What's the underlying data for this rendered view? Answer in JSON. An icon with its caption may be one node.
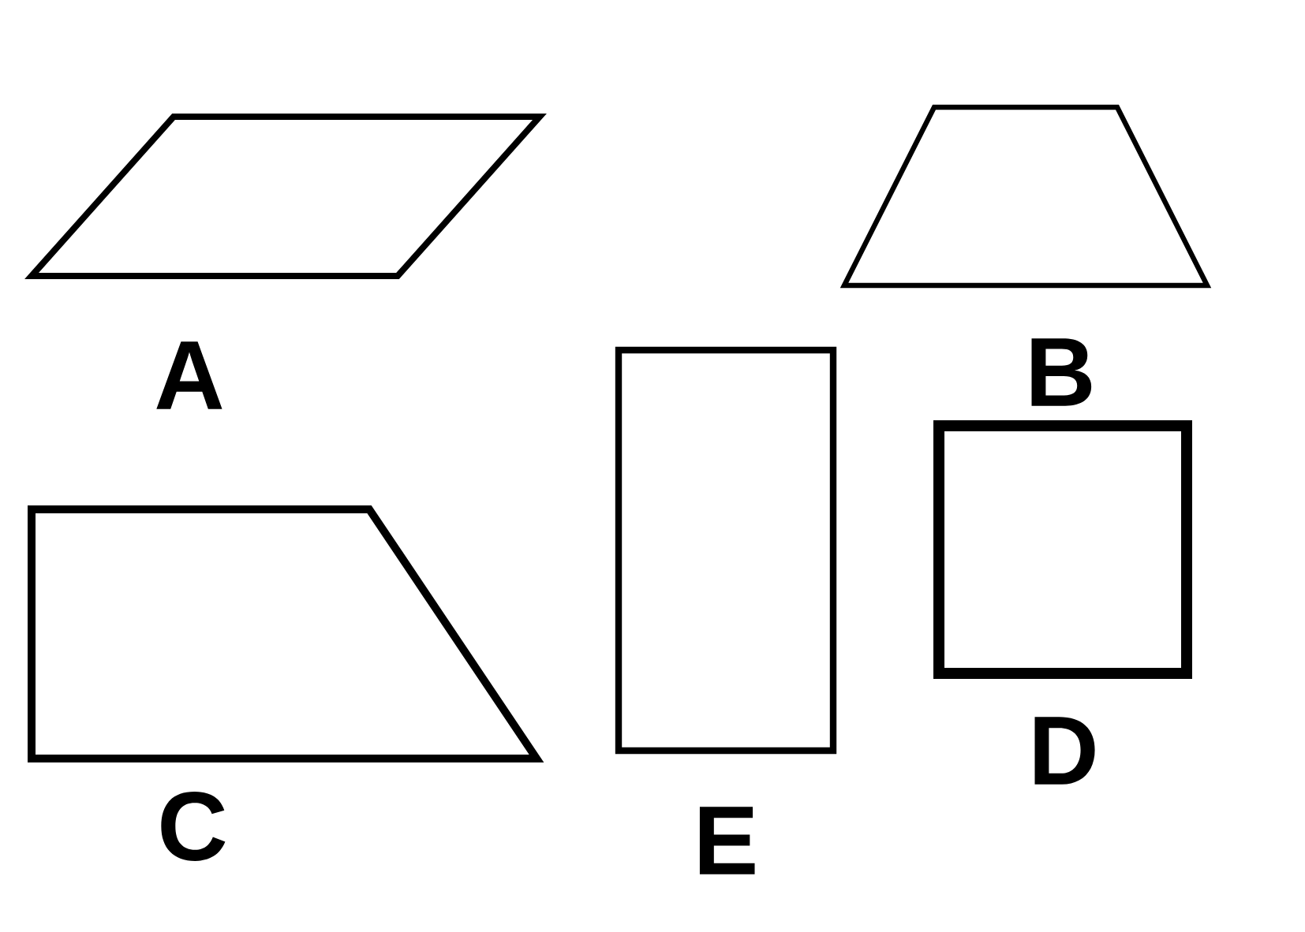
{
  "diagram": {
    "nodes": [
      {
        "text": [],
        "shape": "parallelogram",
        "beside": [
          "A"
        ]
      },
      {
        "text": [],
        "shape": "trapezoid",
        "beside": [
          "B"
        ]
      },
      {
        "text": [],
        "shape": "trapezoid",
        "beside": [
          "C"
        ]
      },
      {
        "text": [],
        "shape": "rectangle",
        "beside": [
          "E"
        ]
      },
      {
        "text": [],
        "shape": "square",
        "beside": [
          "D"
        ]
      }
    ]
  }
}
